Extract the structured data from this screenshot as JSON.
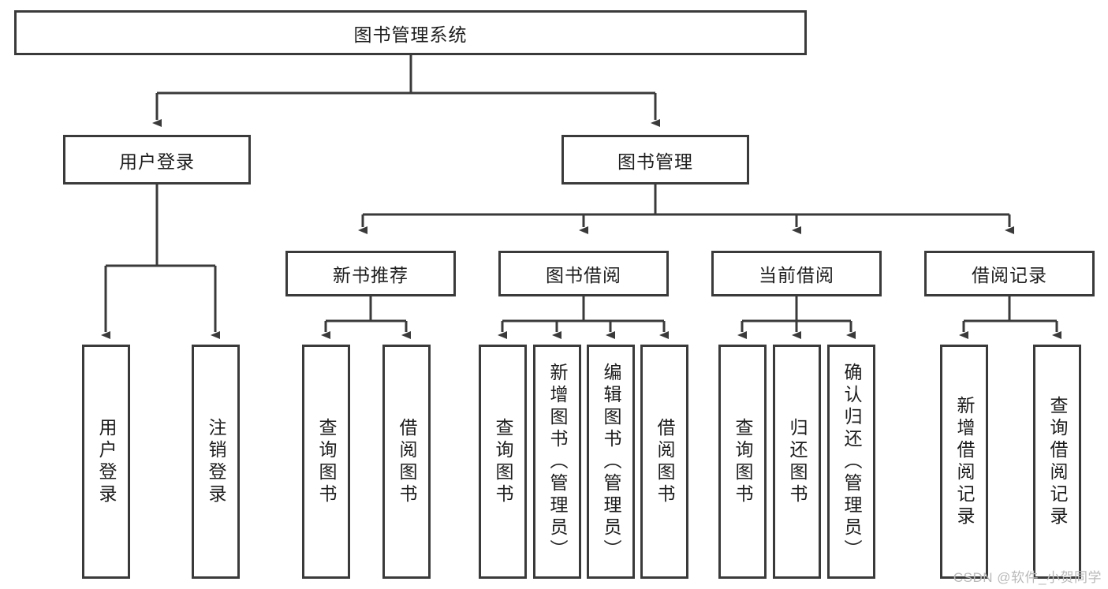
{
  "diagram": {
    "title": "图书管理系统",
    "type": "tree-hierarchy-chart",
    "root": {
      "label": "图书管理系统"
    },
    "level2": [
      {
        "label": "用户登录"
      },
      {
        "label": "图书管理"
      }
    ],
    "level3": [
      {
        "label": "新书推荐"
      },
      {
        "label": "图书借阅"
      },
      {
        "label": "当前借阅"
      },
      {
        "label": "借阅记录"
      }
    ],
    "leaves": {
      "user_login": [
        {
          "label": "用户登录"
        },
        {
          "label": "注销登录"
        }
      ],
      "new_book_recommend": [
        {
          "label": "查询图书"
        },
        {
          "label": "借阅图书"
        }
      ],
      "book_borrow": [
        {
          "label": "查询图书"
        },
        {
          "label": "新增图书（管理员）"
        },
        {
          "label": "编辑图书（管理员）"
        },
        {
          "label": "借阅图书"
        }
      ],
      "current_borrow": [
        {
          "label": "查询图书"
        },
        {
          "label": "归还图书"
        },
        {
          "label": "确认归还（管理员）"
        }
      ],
      "borrow_record": [
        {
          "label": "新增借阅记录"
        },
        {
          "label": "查询借阅记录"
        }
      ]
    }
  },
  "watermark": {
    "text": "CSDN @软件_小贺同学"
  },
  "colors": {
    "border": "#3a3a3a",
    "background": "#ffffff",
    "text": "#1d1d1d",
    "watermark": "#b9b9b9"
  }
}
